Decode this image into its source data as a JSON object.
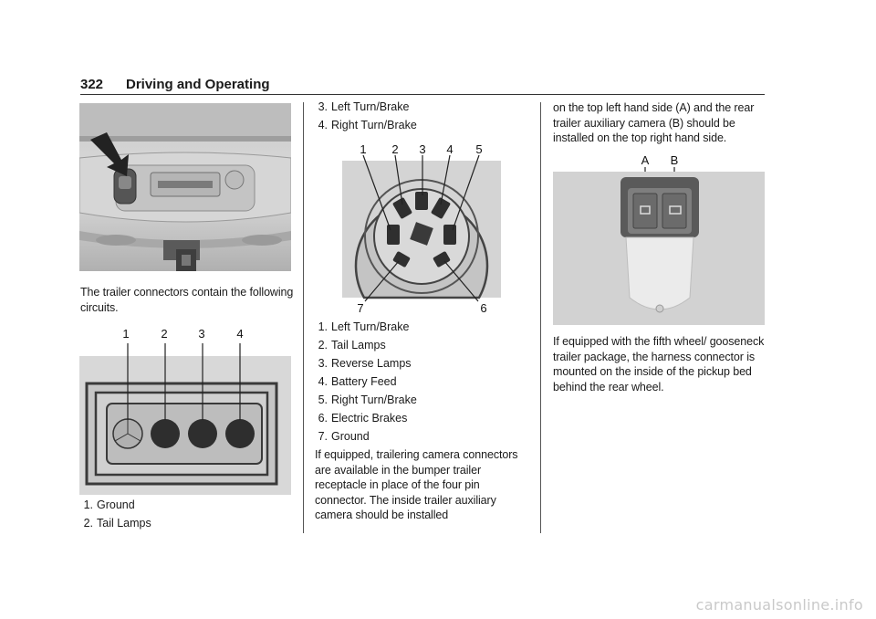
{
  "header": {
    "page_number": "322",
    "section_title": "Driving and Operating"
  },
  "col1": {
    "intro": "The trailer connectors contain the following circuits.",
    "pin_labels": [
      "1",
      "2",
      "3",
      "4"
    ],
    "list": [
      {
        "num": "1.",
        "label": "Ground"
      },
      {
        "num": "2.",
        "label": "Tail Lamps"
      }
    ]
  },
  "col2": {
    "list_top": [
      {
        "num": "3.",
        "label": "Left Turn/Brake"
      },
      {
        "num": "4.",
        "label": "Right Turn/Brake"
      }
    ],
    "pin_labels": [
      "1",
      "2",
      "3",
      "4",
      "5",
      "7",
      "6"
    ],
    "list": [
      {
        "num": "1.",
        "label": "Left Turn/Brake"
      },
      {
        "num": "2.",
        "label": "Tail Lamps"
      },
      {
        "num": "3.",
        "label": "Reverse Lamps"
      },
      {
        "num": "4.",
        "label": "Battery Feed"
      },
      {
        "num": "5.",
        "label": "Right Turn/Brake"
      },
      {
        "num": "6.",
        "label": "Electric Brakes"
      },
      {
        "num": "7.",
        "label": "Ground"
      }
    ],
    "para": "If equipped, trailering camera connectors are available in the bumper trailer receptacle in place of the four pin connector. The inside trailer auxiliary camera should be installed"
  },
  "col3": {
    "para1": "on the top left hand side (A) and the rear trailer auxiliary camera (B) should be installed on the top right hand side.",
    "cam_labels": [
      "A",
      "B"
    ],
    "para2": "If equipped with the fifth wheel/ gooseneck trailer package, the harness connector is mounted on the inside of the pickup bed behind the rear wheel."
  },
  "watermark": "carmanualsonline.info"
}
